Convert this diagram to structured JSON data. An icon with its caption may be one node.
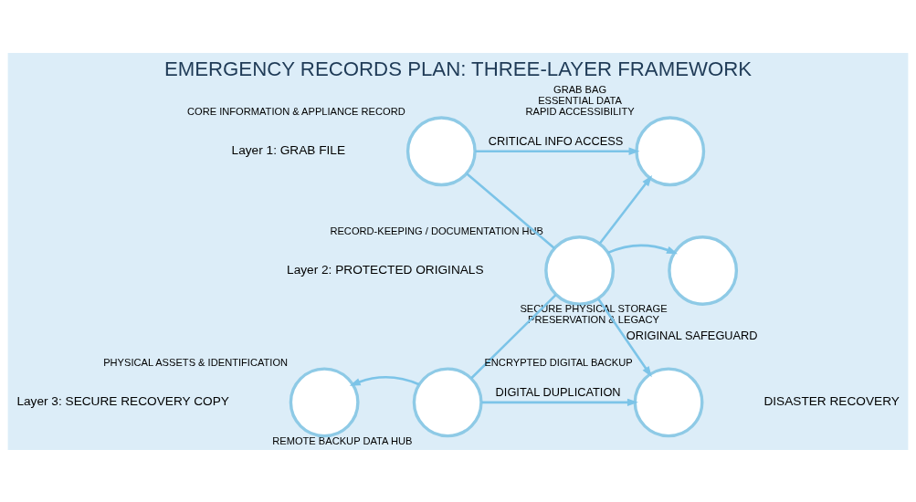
{
  "diagram": {
    "title": "EMERGENCY RECORDS PLAN: THREE-LAYER FRAMEWORK",
    "nodes": [
      {
        "text": [],
        "shape": "circle",
        "beside": [
          "CORE INFORMATION & APPLIANCE RECORD"
        ]
      },
      {
        "text": [],
        "shape": "circle",
        "beside": [
          "GRAB BAG",
          "ESSENTIAL DATA",
          "RAPID ACCESSIBILITY"
        ]
      },
      {
        "text": [],
        "shape": "circle",
        "beside": [
          "RECORD-KEEPING / DOCUMENTATION HUB"
        ]
      },
      {
        "text": [],
        "shape": "circle",
        "beside": [
          "SECURE PHYSICAL STORAGE",
          "PRESERVATION & LEGACY"
        ]
      },
      {
        "text": [],
        "shape": "circle",
        "beside": [
          "PHYSICAL ASSETS & IDENTIFICATION"
        ]
      },
      {
        "text": [],
        "shape": "circle",
        "beside": [
          "REMOTE BACKUP DATA HUB"
        ]
      },
      {
        "text": [],
        "shape": "circle",
        "beside": [
          "ENCRYPTED DIGITAL BACKUP"
        ]
      }
    ],
    "edges": [
      {
        "from": 0,
        "to": 1,
        "arrow": "to",
        "label": "CRITICAL INFO ACCESS"
      },
      {
        "from": 0,
        "to": 2,
        "arrow": "none"
      },
      {
        "from": 2,
        "to": 1,
        "arrow": "to"
      },
      {
        "from": 2,
        "to": 3,
        "arrow": "to"
      },
      {
        "from": 2,
        "to": 6,
        "arrow": "to",
        "label": "ORIGINAL SAFEGUARD"
      },
      {
        "from": 2,
        "to": 5,
        "arrow": "none"
      },
      {
        "from": 5,
        "to": 4,
        "arrow": "to"
      },
      {
        "from": 5,
        "to": 6,
        "arrow": "to",
        "label": "DIGITAL DUPLICATION"
      }
    ],
    "labels": [
      "Layer 1: GRAB FILE",
      "Layer 2: PROTECTED ORIGINALS",
      "Layer 3: SECURE RECOVERY COPY",
      "DISASTER RECOVERY"
    ]
  }
}
